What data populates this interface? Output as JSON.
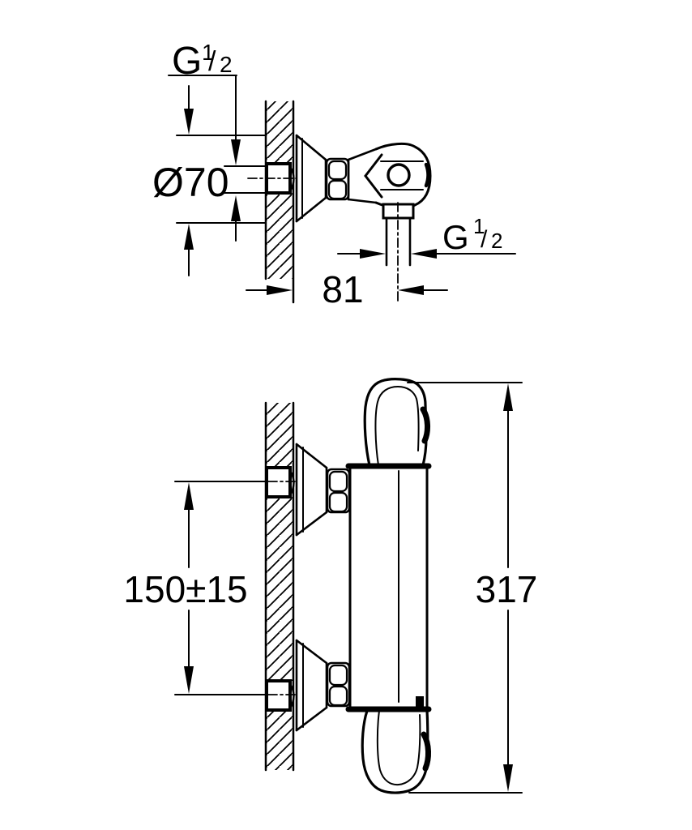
{
  "meta": {
    "background_color": "#ffffff",
    "line_color": "#000000",
    "drawing_type": "thermostatic shower mixer installation dimensional drawing"
  },
  "top_view": {
    "inlet_thread_label": {
      "prefix": "G",
      "numerator": "1",
      "slash": "/",
      "denominator": "2"
    },
    "escutcheon_diameter_label": "Ø70",
    "wall_to_outlet_label": "81",
    "outlet_thread_label": {
      "prefix": "G",
      "numerator": "1",
      "slash": "/",
      "denominator": "2"
    }
  },
  "front_view": {
    "center_distance_label": "150±15",
    "overall_height_label": "317"
  }
}
